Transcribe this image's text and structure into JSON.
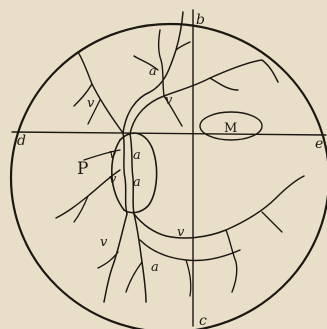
{
  "diagram": {
    "axis_labels": {
      "top": "b",
      "bottom": "c",
      "left": "d",
      "right": "e"
    },
    "regions": {
      "macula": "M",
      "papilla": "P"
    },
    "vessel_labels": {
      "artery": "a",
      "vein": "v"
    }
  }
}
